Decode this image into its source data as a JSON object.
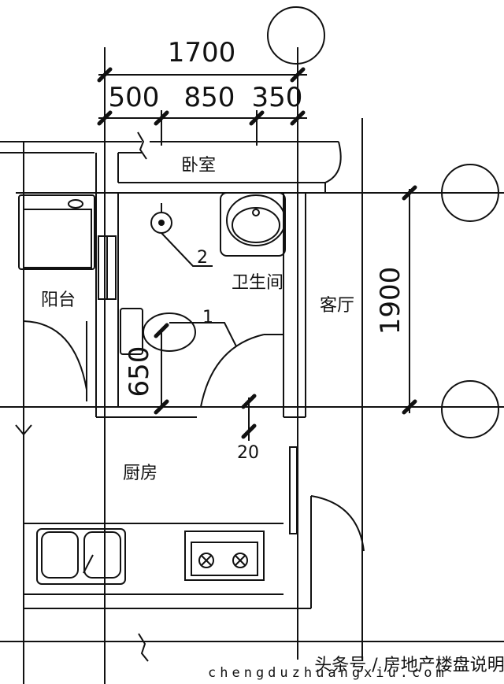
{
  "dimensions": {
    "top_total": "1700",
    "top_seg_1": "500",
    "top_seg_2": "850",
    "top_seg_3": "350",
    "right_vertical": "1900",
    "left_vertical": "650",
    "small": "20"
  },
  "rooms": {
    "bedroom": "卧室",
    "bathroom": "卫生间",
    "balcony": "阳台",
    "living_room": "客厅",
    "kitchen": "厨房"
  },
  "callouts": {
    "one": "1",
    "two": "2"
  },
  "watermark": {
    "text": "chengduzhuangxiu.com",
    "overlay": "头条号 / 房地产楼盘说明"
  }
}
